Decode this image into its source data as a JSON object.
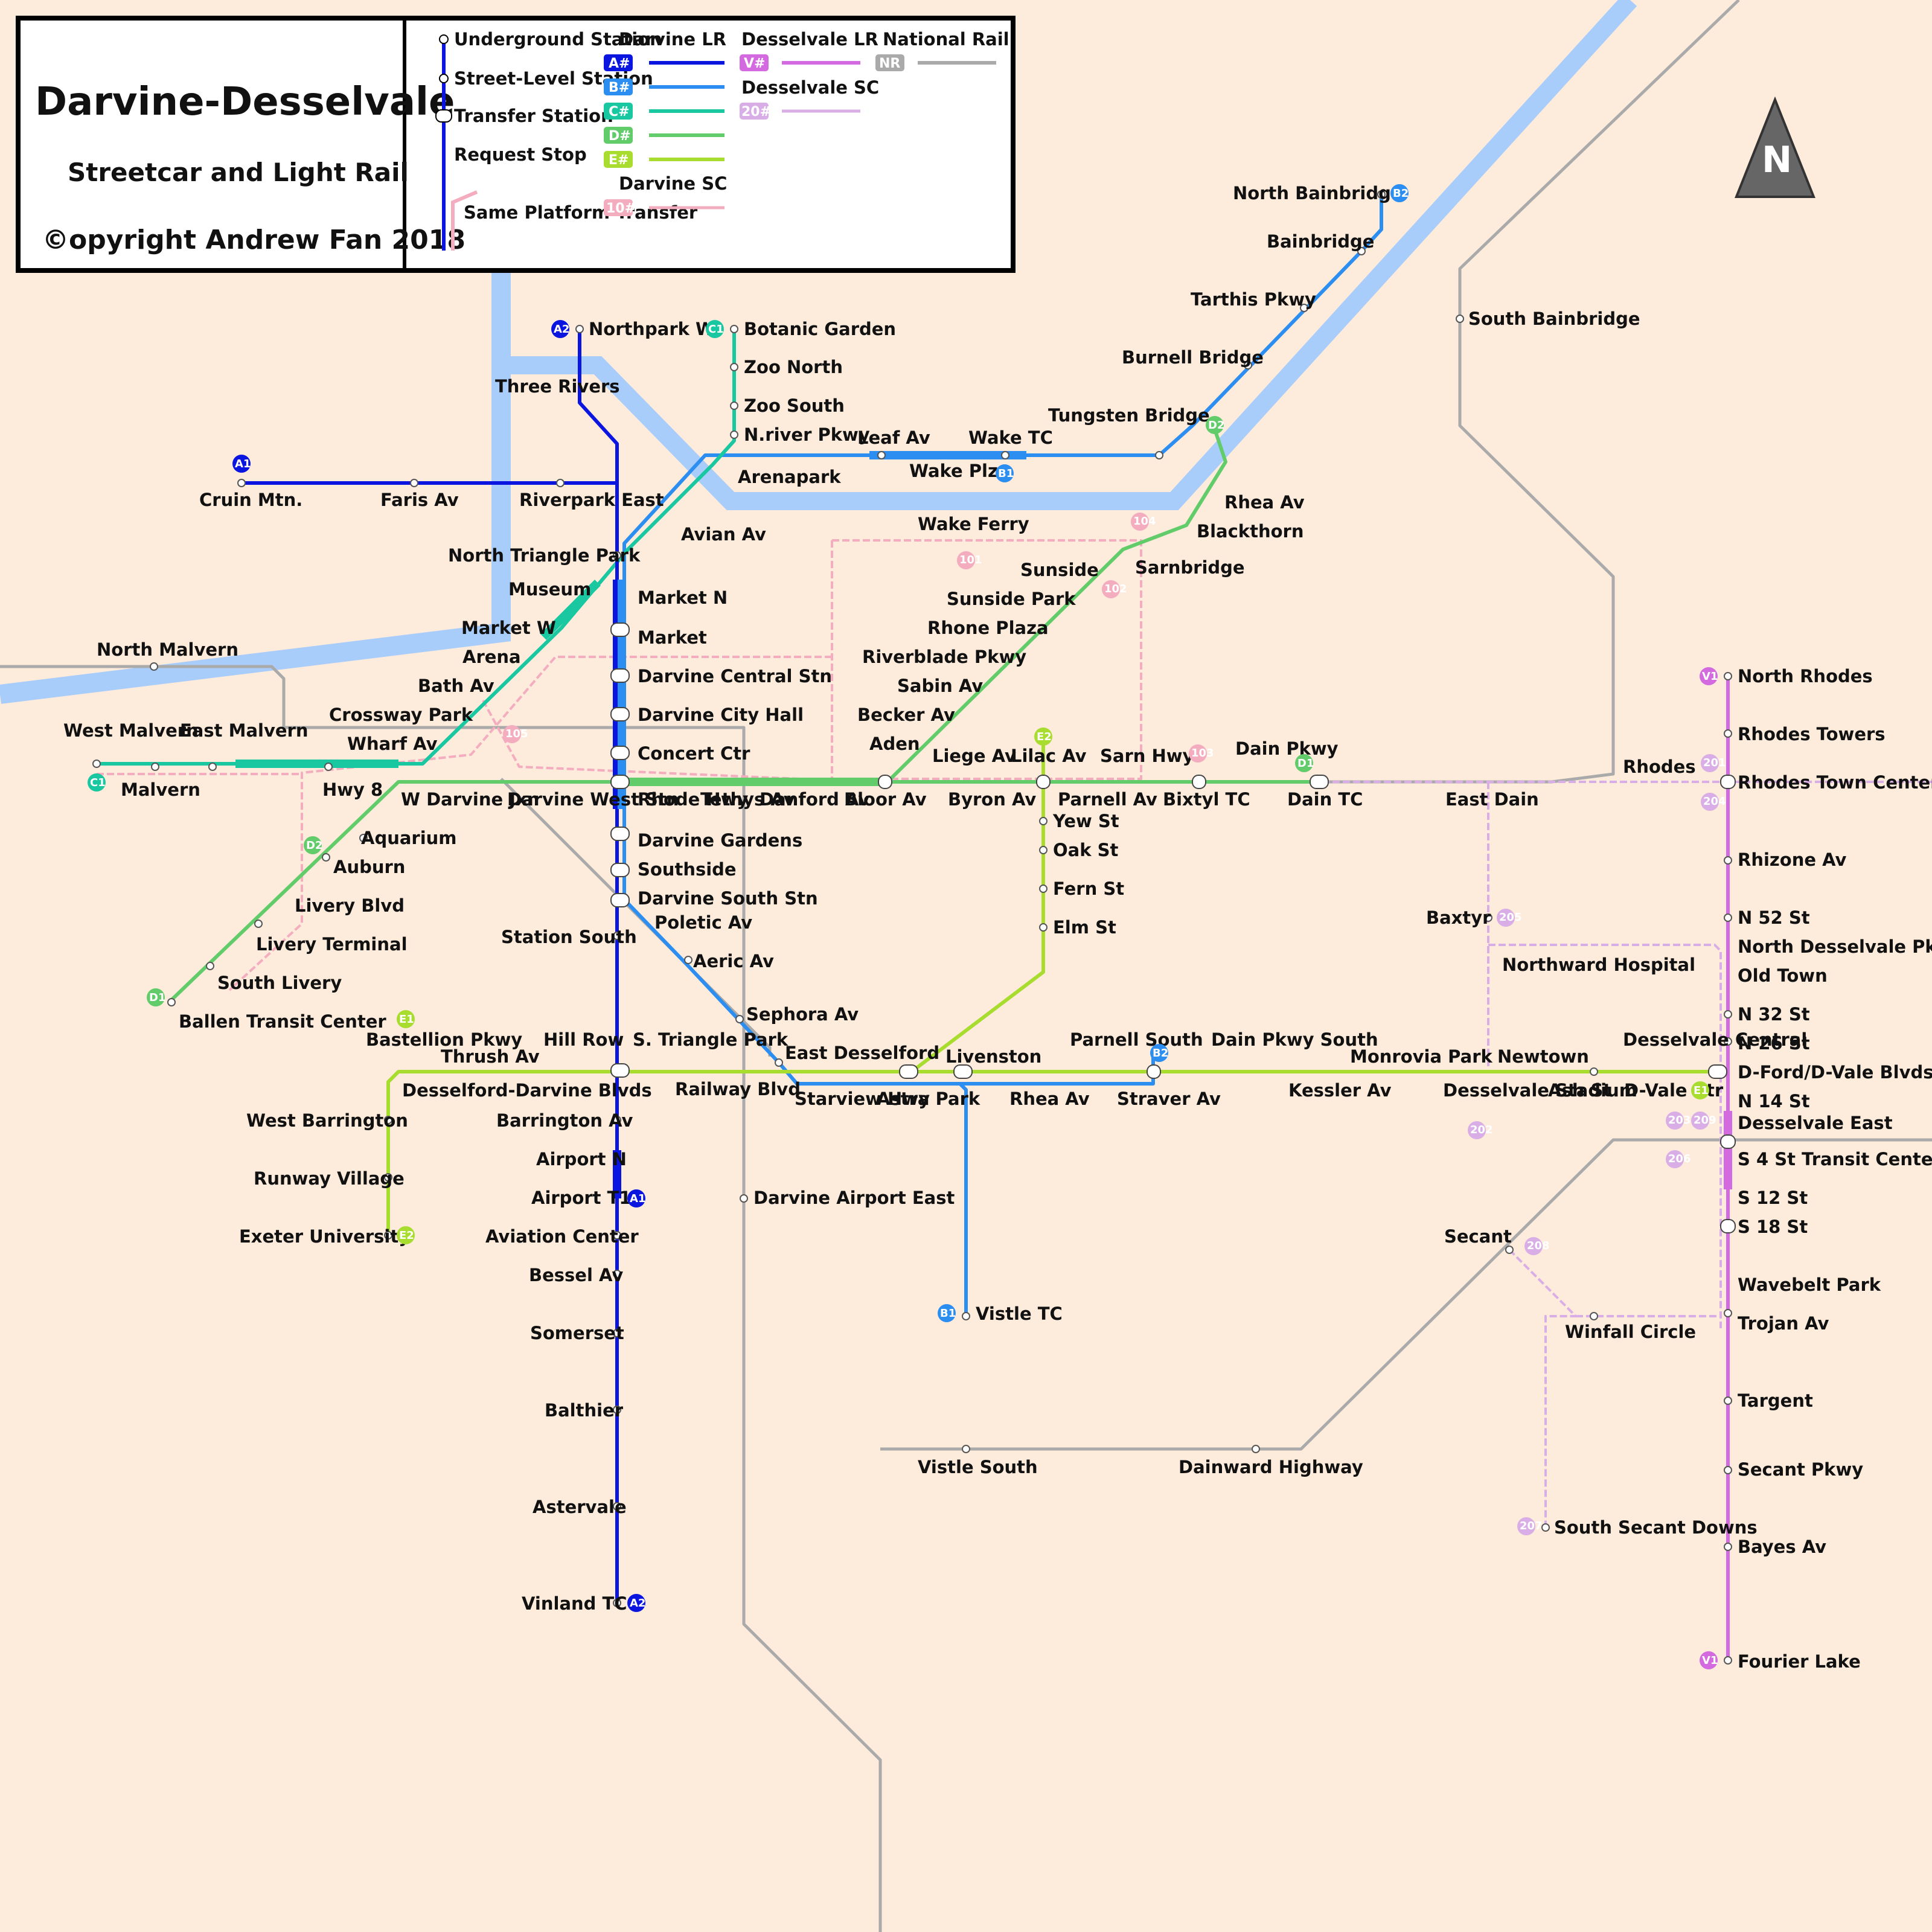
{
  "legend": {
    "title": "Darvine-Desselvale",
    "subtitle": "Streetcar and Light Rail",
    "copyright": "©opyright Andrew Fan 2018",
    "symbols": {
      "underground": "Underground Station",
      "street_level": "Street-Level Station",
      "transfer": "Transfer Station",
      "request": "Request Stop",
      "same_platform": "Same Platform Transfer"
    },
    "groups": {
      "darvine_lr": "Darvine LR",
      "darvine_sc": "Darvine SC",
      "desselvale_lr": "Desselvale LR",
      "desselvale_sc": "Desselvale SC",
      "national_rail": "National Rail"
    },
    "badges": {
      "a": "A#",
      "b": "B#",
      "c": "C#",
      "d": "D#",
      "e": "E#",
      "v": "V#",
      "nr": "NR",
      "sc20": "20#",
      "sc10": "10#"
    }
  },
  "compass": "N",
  "colors": {
    "a": "#0a16e0",
    "b": "#2b8ef0",
    "c": "#19c7a0",
    "d": "#62cc6a",
    "e": "#a8dc2e",
    "v": "#d46ae0",
    "sc20": "#d9aee6",
    "sc10": "#f4adbf",
    "rail": "#aaaaaa",
    "river": "#a9cdfb",
    "bg": "#fdebdc"
  },
  "stations": [
    "Northpark W",
    "Three Rivers",
    "Botanic Garden",
    "Zoo North",
    "Zoo South",
    "N.river Pkwy",
    "Arenapark",
    "Leaf Av",
    "Wake TC",
    "Wake Plz",
    "Tungsten Bridge",
    "Burnell Bridge",
    "Tarthis Pkwy",
    "Bainbridge",
    "North Bainbridge",
    "South Bainbridge",
    "Cruin Mtn.",
    "Faris Av",
    "Riverpark East",
    "Avian Av",
    "North Triangle Park",
    "Museum",
    "Market W",
    "Arena",
    "Bath Av",
    "Crossway Park",
    "Wharf Av",
    "North Malvern",
    "West Malvern",
    "East Malvern",
    "Malvern",
    "Hwy 8",
    "W Darvine Jxn",
    "Aquarium",
    "Auburn",
    "Livery Blvd",
    "Livery Terminal",
    "South Livery",
    "Ballen Transit Center",
    "Market N",
    "Market",
    "Darvine Central Stn",
    "Darvine City Hall",
    "Concert Ctr",
    "Rhode Hwy",
    "Tethys Av",
    "Danford Av",
    "Darvine West Stn",
    "Darvine Gardens",
    "Southside",
    "Darvine South Stn",
    "Poletic Av",
    "Station South",
    "Aeric Av",
    "Sephora Av",
    "Wake Ferry",
    "Rhea Av",
    "Blackthorn",
    "Sunside",
    "Sarnbridge",
    "Sunside Park",
    "Rhone Plaza",
    "Riverblade Pkwy",
    "Sabin Av",
    "Becker Av",
    "Aden",
    "Liege Av",
    "Lilac Av",
    "Sarn Hwy",
    "Dain Pkwy",
    "Bloor Av",
    "Byron Av",
    "Parnell Av",
    "Bixtyl TC",
    "Dain TC",
    "East Dain",
    "Rhodes",
    "Yew St",
    "Oak St",
    "Fern St",
    "Elm St",
    "Baxtyr",
    "Northward Hospital",
    "Bastellion Pkwy",
    "Thrush Av",
    "Hill Row",
    "S. Triangle Park",
    "Desselford-Darvine Blvds",
    "Railway Blvd",
    "East Desselford",
    "Starview Hwy",
    "Astra Park",
    "Livenston",
    "Parnell South",
    "Rhea Av",
    "Straver Av",
    "Dain Pkwy South",
    "Kessler Av",
    "Monrovia Park",
    "Desselvale Stadium",
    "Newtown",
    "Ash St",
    "Desselvale Central",
    "D-Vale Ctr",
    "West Barrington",
    "Runway Village",
    "Exeter University",
    "Barrington Av",
    "Airport N",
    "Airport T1",
    "Aviation Center",
    "Bessel Av",
    "Somerset",
    "Balthier",
    "Astervale",
    "Vinland TC",
    "Darvine Airport East",
    "Vistle TC",
    "Vistle South",
    "Dainward Highway",
    "Secant",
    "Winfall Circle",
    "South Secant Downs",
    "North Rhodes",
    "Rhodes Towers",
    "Rhodes Town Center",
    "Rhizone Av",
    "N 52 St",
    "North Desselvale Pkwy",
    "Old Town",
    "N 32 St",
    "N 26 St",
    "D-Ford/D-Vale Blvds",
    "N 14 St",
    "Desselvale East",
    "S 4 St Transit Center",
    "S 12 St",
    "S 18 St",
    "Wavebelt Park",
    "Trojan Av",
    "Targent",
    "Secant Pkwy",
    "Bayes Av",
    "Fourier Lake"
  ],
  "terminal_badges": [
    "A1",
    "A2",
    "A1",
    "A2",
    "B1",
    "B2",
    "B1",
    "B2",
    "C1",
    "C1",
    "D1",
    "D2",
    "D1",
    "D2",
    "E1",
    "E2",
    "E1",
    "E2",
    "V1",
    "V1"
  ],
  "route_numbers": [
    "101",
    "102",
    "103",
    "104",
    "105",
    "201",
    "202",
    "203",
    "204",
    "205",
    "206",
    "207",
    "208",
    "209"
  ]
}
